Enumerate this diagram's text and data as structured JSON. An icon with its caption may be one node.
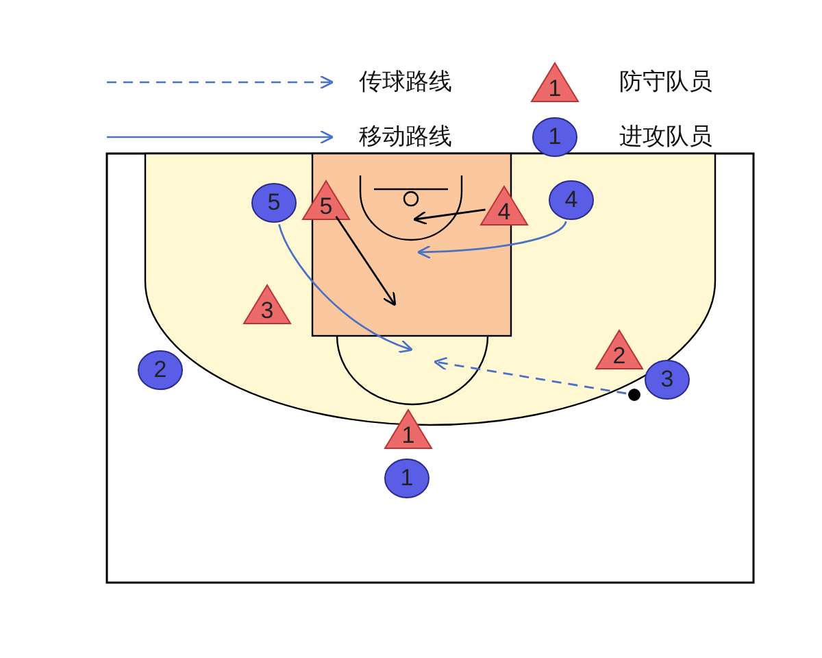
{
  "diagram": {
    "nodes": [
      {
        "text": [
          "5"
        ]
      },
      {
        "text": [
          "5"
        ]
      },
      {
        "text": [
          "4"
        ]
      },
      {
        "text": [
          "4"
        ]
      },
      {
        "text": [
          "3"
        ]
      },
      {
        "text": [
          "2"
        ]
      },
      {
        "text": [
          "2"
        ]
      },
      {
        "text": [
          "3"
        ]
      },
      {
        "text": [],
        "shape": "circle"
      },
      {
        "text": [
          "1"
        ]
      },
      {
        "text": [
          "1"
        ]
      }
    ],
    "edges": [
      {
        "from": 0,
        "to": null,
        "arrow": "to"
      },
      {
        "from": 3,
        "to": null,
        "arrow": "to"
      },
      {
        "from": 8,
        "to": null,
        "arrow": "to",
        "style": "dashed"
      },
      {
        "from": 2,
        "to": null,
        "arrow": "to",
        "color": "#000000"
      },
      {
        "from": 1,
        "to": null,
        "arrow": "to",
        "color": "#000000"
      }
    ],
    "labels": [
      "1",
      "1"
    ],
    "legend": [
      {
        "text": "传球路线"
      },
      {
        "text": "防守队员"
      },
      {
        "text": "移动路线"
      },
      {
        "text": "进攻队员"
      }
    ]
  }
}
